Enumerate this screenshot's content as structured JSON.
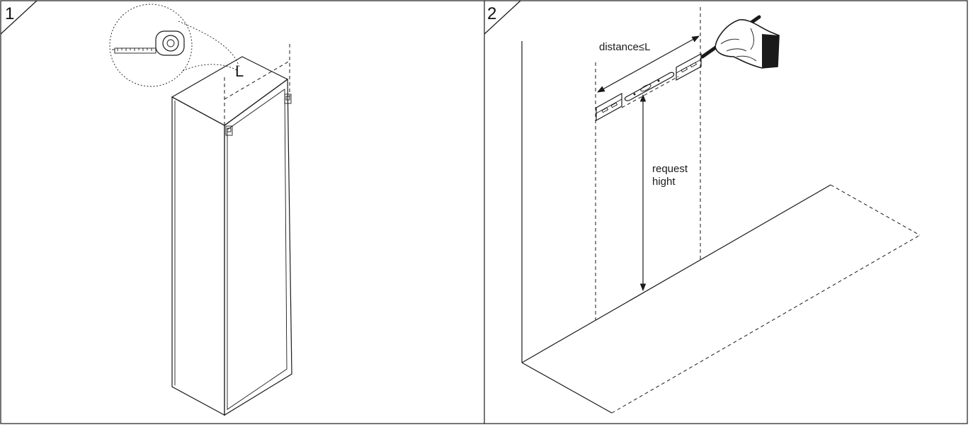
{
  "panels": [
    {
      "step_number": "1",
      "measure_label": "L"
    },
    {
      "step_number": "2",
      "distance_label": "distance≤L",
      "height_label_line1": "request",
      "height_label_line2": "hight"
    }
  ],
  "icons": [
    "tape-measure-icon",
    "hand-with-pen-icon",
    "mounting-bracket-icon",
    "spirit-level-icon"
  ]
}
